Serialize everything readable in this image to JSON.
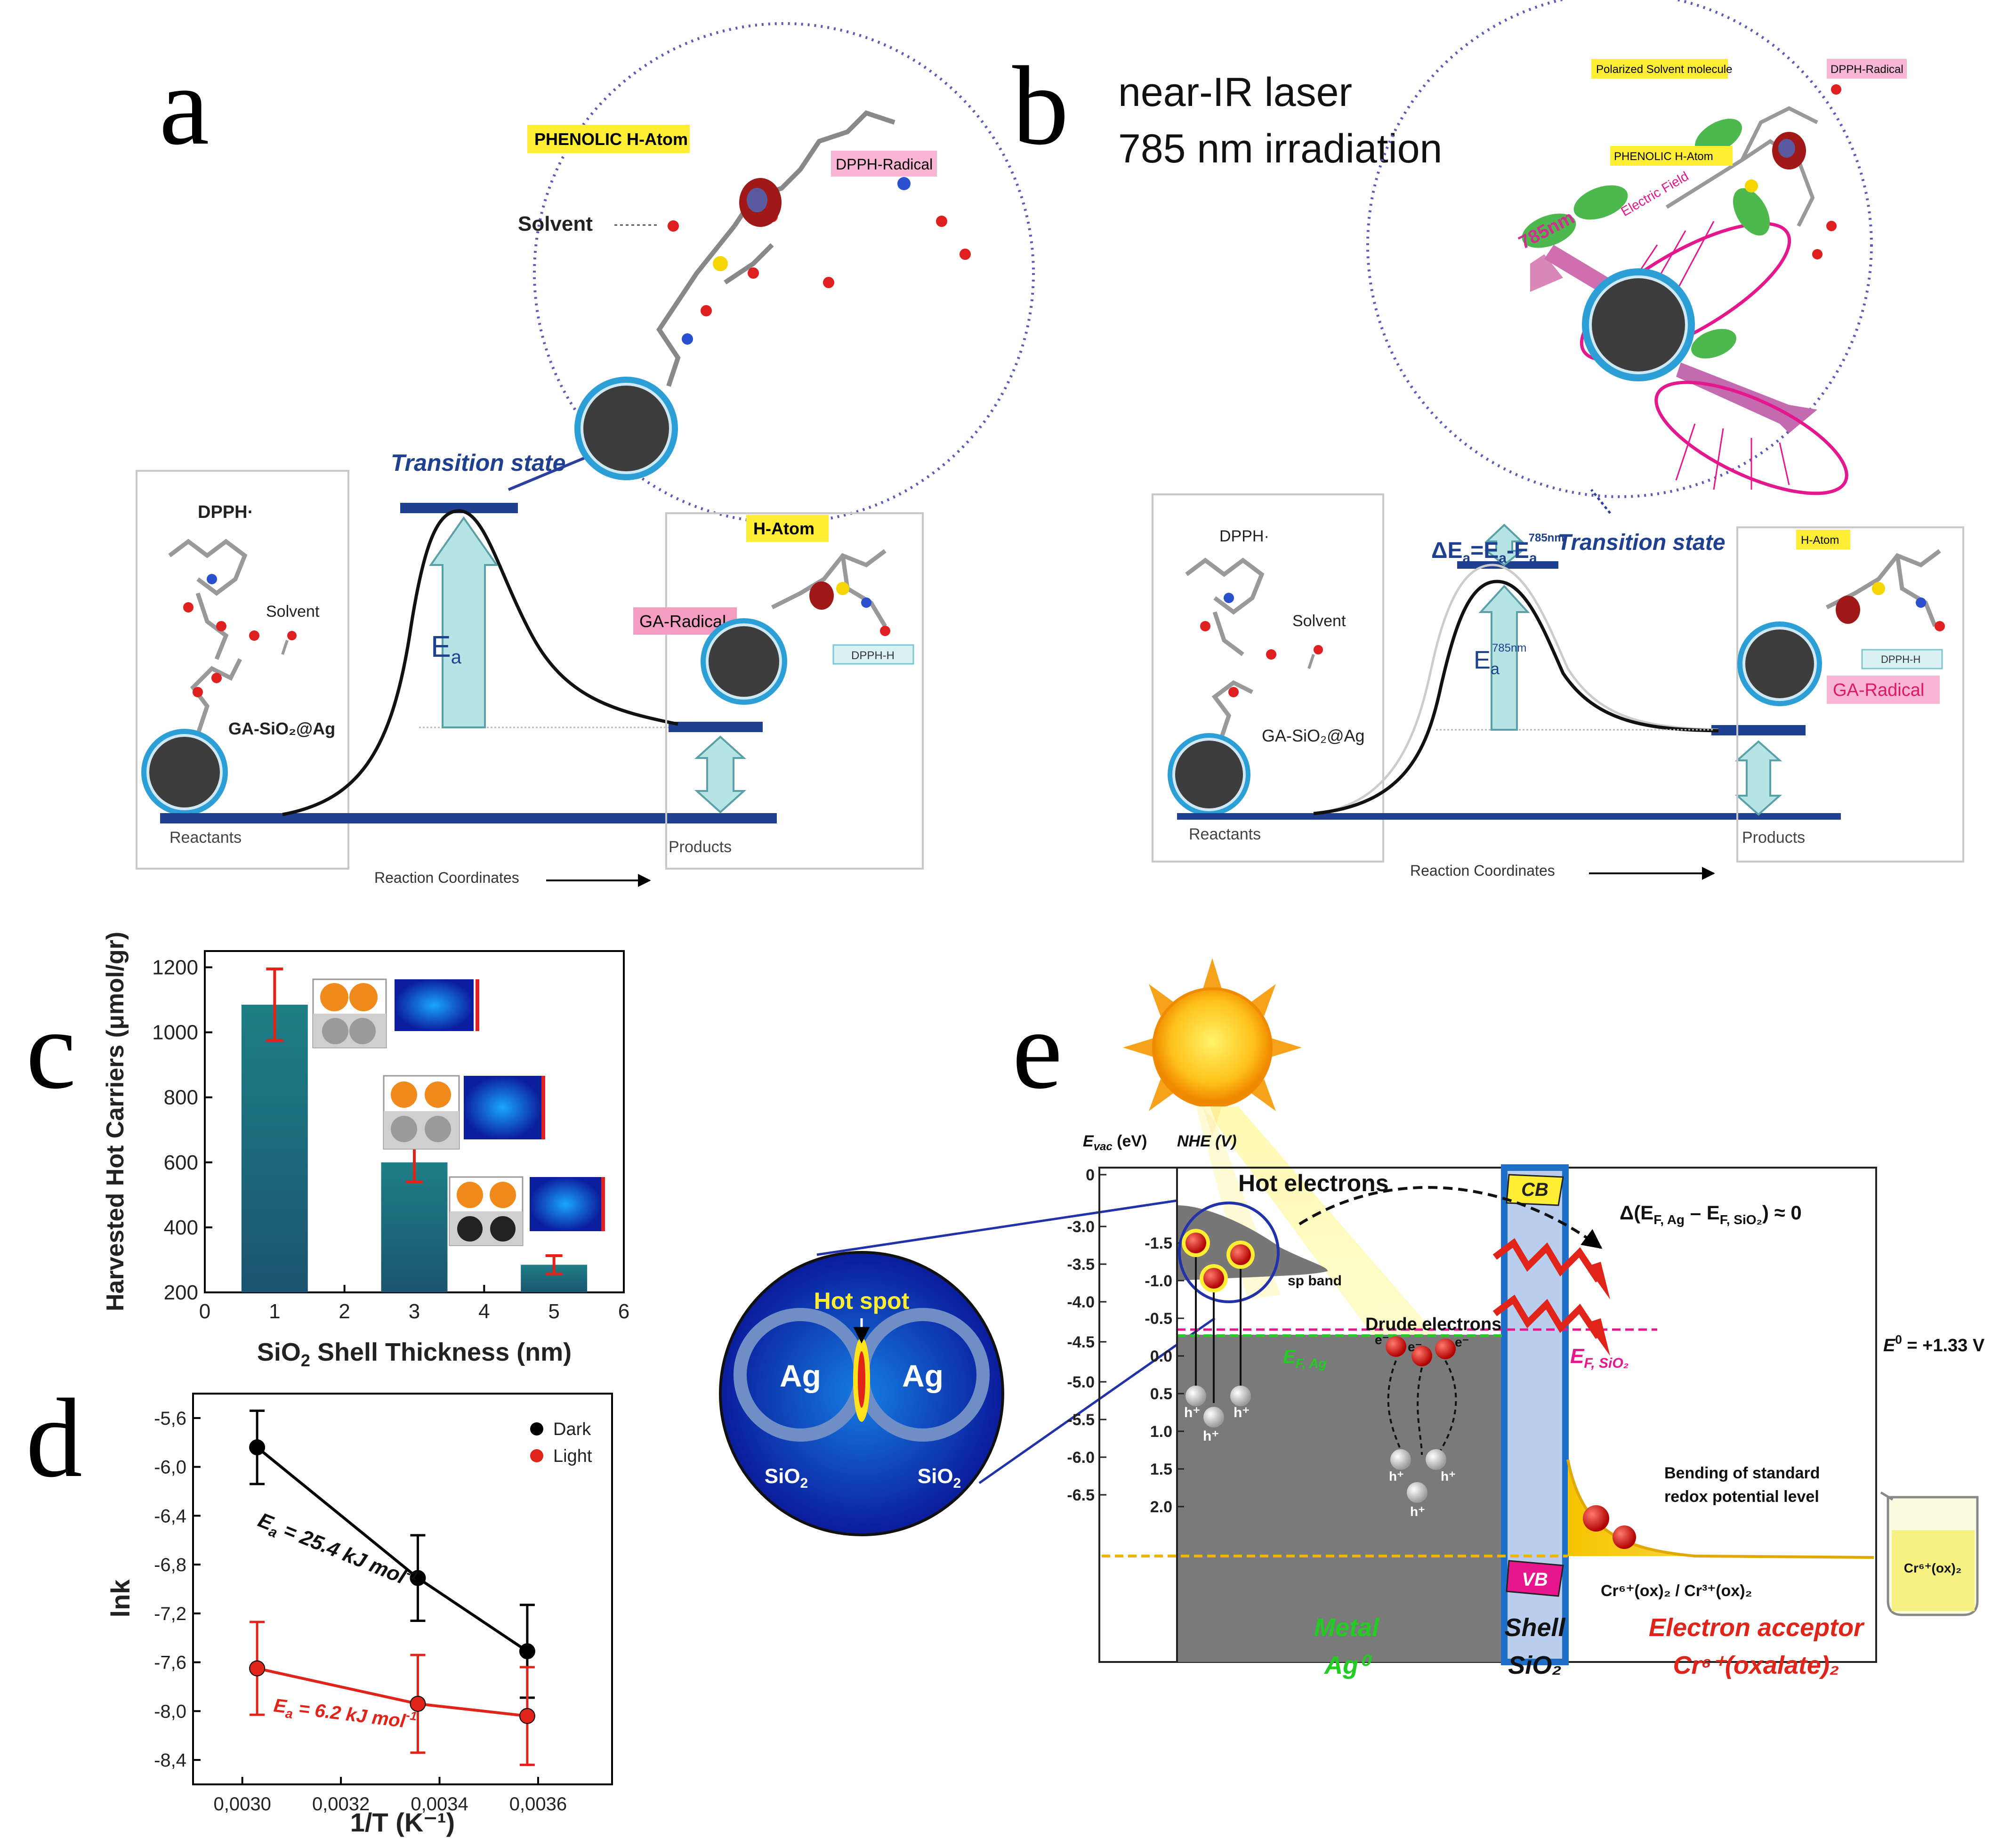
{
  "panel_a": {
    "letter": "a",
    "reactant_dpph": "DPPH·",
    "reactant_solvent": "Solvent",
    "reactant_ga": "GA-SiO₂@Ag",
    "reactants": "Reactants",
    "products": "Products",
    "transition_state": "Transition state",
    "ea_E": "E",
    "ea_sub": "a",
    "zoom_phenolic": "PHENOLIC H-Atom",
    "zoom_dpph_radical": "DPPH-Radical",
    "zoom_solvent": "Solvent",
    "product_h_atom": "H-Atom",
    "product_ga_radical": "GA-Radical",
    "product_dpph_h": "DPPH-H",
    "axis": "Reaction Coordinates"
  },
  "panel_b": {
    "letter": "b",
    "title_line1": "near-IR laser",
    "title_line2": "785 nm irradiation",
    "reactant_dpph": "DPPH·",
    "reactant_solvent": "Solvent",
    "reactant_ga": "GA-SiO₂@Ag",
    "reactants": "Reactants",
    "products": "Products",
    "transition_state": "Transition state",
    "delta_ea_main": "ΔE",
    "delta_ea_sub": "a",
    "delta_ea_eq": "=E",
    "delta_ea_eq_sub": "a",
    "delta_ea_dash": "-E",
    "delta_ea_dash_sub": "a",
    "delta_ea_sup": "785nm",
    "ea_E": "E",
    "ea_sub": "a",
    "ea_sup": "785nm",
    "zoom_polarized": "Polarized Solvent molecule",
    "zoom_dpph_radical": "DPPH-Radical",
    "zoom_phenolic": "PHENOLIC H-Atom",
    "zoom_electric_field": "Electric Field",
    "zoom_785": "785nm",
    "product_h_atom": "H-Atom",
    "product_ga_radical": "GA-Radical",
    "product_dpph_h": "DPPH-H",
    "axis": "Reaction Coordinates"
  },
  "panel_c": {
    "letter": "c",
    "ylabel": "Harvested Hot Carriers (μmol/gr)",
    "xlabel_pre": "SiO",
    "xlabel_sub": "2",
    "xlabel_post": " Shell Thickness (nm)"
  },
  "panel_d": {
    "letter": "d",
    "ylabel": "lnk",
    "xlabel": "1/T (K⁻¹)",
    "legend_dark": "Dark",
    "legend_light": "Light",
    "dark_E": "E",
    "dark_sub": "a",
    "dark_eq": " = 25.4 kJ mol",
    "dark_sup": "-1",
    "light_E": "E",
    "light_sub": "a",
    "light_eq": " = 6.2 kJ mol",
    "light_sup": "-1"
  },
  "panel_e": {
    "letter": "e",
    "hot_spot": "Hot spot",
    "ag_left": "Ag",
    "ag_right": "Ag",
    "sio2_left_pre": "SiO",
    "sio2_left_sub": "2",
    "sio2_right_pre": "SiO",
    "sio2_right_sub": "2",
    "evac_E": "E",
    "evac_sub": "vac",
    "evac_unit": " (eV)",
    "nhe": "NHE (V)",
    "hot_electrons": "Hot electrons",
    "sp_band": "sp band",
    "drude_electrons": "Drude electrons",
    "ef_ag_pre": "E",
    "ef_ag_sub": "F, Ag",
    "ef_sio2_pre": "E",
    "ef_sio2_sub": "F, SiO₂",
    "cb": "CB",
    "vb": "VB",
    "delta_ef": "Δ(E",
    "delta_ef_sub1": "F, Ag",
    "delta_ef_mid": " – E",
    "delta_ef_sub2": "F, SiO₂",
    "delta_ef_end": ") ≈ 0",
    "e0_pre": "E",
    "e0_sup": "0",
    "e0_post": " = +1.33 V",
    "bending_line1": "Bending of standard",
    "bending_line2": "redox potential level",
    "redox_couple": "Cr⁶⁺(ox)₂ / Cr³⁺(ox)₂",
    "beaker_label": "Cr⁶⁺(ox)₂",
    "metal_line1": "Metal",
    "metal_line2": "Ag⁰",
    "shell_line1": "Shell",
    "shell_line2": "SiO₂",
    "acceptor_line1": "Electron acceptor",
    "acceptor_line2": "Cr⁶⁺(oxalate)₂",
    "electron": "e⁻",
    "hole": "h⁺",
    "evac_ticks": [
      "0",
      "-3.0",
      "-3.5",
      "-4.0",
      "-4.5",
      "-5.0",
      "-5.5",
      "-6.0",
      "-6.5"
    ],
    "nhe_ticks": [
      "-1.5",
      "-1.0",
      "-0.5",
      "0.0",
      "0.5",
      "1.0",
      "1.5",
      "2.0"
    ]
  },
  "colors": {
    "navy": "#1f3f8f",
    "teal_bar_top": "#1d7f86",
    "teal_bar_bottom": "#1b5470",
    "dark_series": "#000000",
    "light_series": "#e0241a",
    "metal_label": "#22cc22",
    "acceptor_label": "#e0241a",
    "ef_sio2": "#e8168c"
  },
  "chart_data": [
    {
      "type": "bar",
      "panel": "c",
      "xlabel": "SiO2 Shell Thickness (nm)",
      "ylabel": "Harvested Hot Carriers (μmol/gr)",
      "x": [
        1,
        3,
        5
      ],
      "values": [
        1085,
        600,
        285
      ],
      "errors": [
        110,
        60,
        28
      ],
      "xlim": [
        0,
        6
      ],
      "ylim": [
        200,
        1250
      ],
      "xticks": [
        "0",
        "1",
        "2",
        "3",
        "4",
        "5",
        "6"
      ],
      "yticks": [
        "200",
        "400",
        "600",
        "800",
        "1000",
        "1200"
      ]
    },
    {
      "type": "scatter",
      "panel": "d",
      "xlabel": "1/T (K⁻¹)",
      "ylabel": "lnk",
      "xlim": [
        0.0029,
        0.00375
      ],
      "ylim": [
        -8.6,
        -5.4
      ],
      "xticks": [
        "0,0030",
        "0,0032",
        "0,0034",
        "0,0036"
      ],
      "yticks": [
        "-5,6",
        "-6,0",
        "-6,4",
        "-6,8",
        "-7,2",
        "-7,6",
        "-8,0",
        "-8,4"
      ],
      "legend": "top-right",
      "series": [
        {
          "name": "Dark",
          "x": [
            0.00303,
            0.003356,
            0.003578
          ],
          "y": [
            -5.84,
            -6.91,
            -7.51
          ],
          "errors": [
            0.3,
            0.35,
            0.38
          ]
        },
        {
          "name": "Light",
          "x": [
            0.00303,
            0.003356,
            0.003578
          ],
          "y": [
            -7.65,
            -7.94,
            -8.04
          ],
          "errors": [
            0.38,
            0.4,
            0.4
          ]
        }
      ]
    }
  ]
}
